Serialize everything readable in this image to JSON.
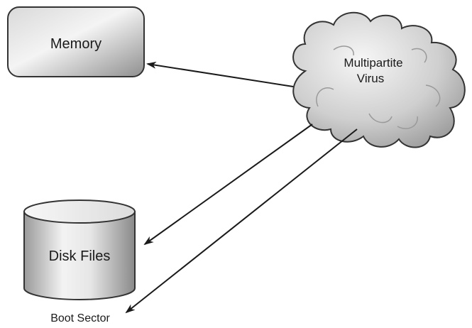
{
  "diagram": {
    "nodes": {
      "memory": {
        "label": "Memory"
      },
      "virus": {
        "label_line1": "Multipartite",
        "label_line2": "Virus"
      },
      "disk_files": {
        "label": "Disk Files"
      },
      "boot_sector": {
        "label": "Boot Sector"
      }
    },
    "edges": [
      {
        "from": "virus",
        "to": "memory"
      },
      {
        "from": "virus",
        "to": "disk_files"
      },
      {
        "from": "virus",
        "to": "boot_sector"
      }
    ],
    "colors": {
      "stroke": "#333333",
      "fill_dark": "#9a9a9a",
      "fill_light": "#f2f2f2",
      "text": "#1a1a1a"
    }
  }
}
